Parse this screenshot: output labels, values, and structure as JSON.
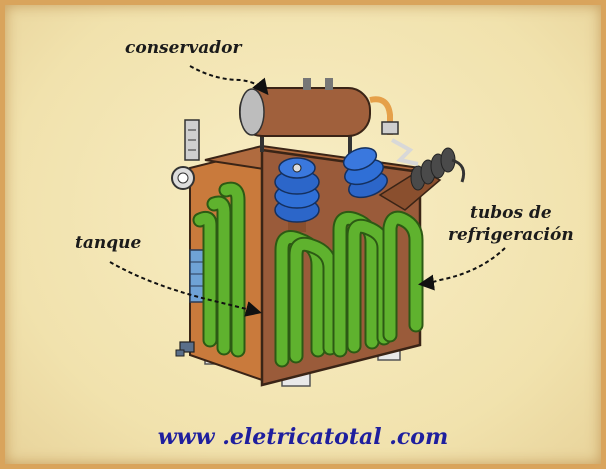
{
  "labels": {
    "conservador": "conservador",
    "tanque": "tanque",
    "tubos_line1": "tubos de",
    "tubos_line2": "refrigeración"
  },
  "footer": {
    "website": "www .eletricatotal .com"
  },
  "colors": {
    "background": "#f3e7b3",
    "border": "#d9a45c",
    "tank": "#9a5b3a",
    "tank_side": "#c97a3c",
    "cooling_tubes": "#5fb22e",
    "bushings": "#2c66c9",
    "conservator": "#a0603c",
    "footer_text": "#1f1f9e"
  }
}
